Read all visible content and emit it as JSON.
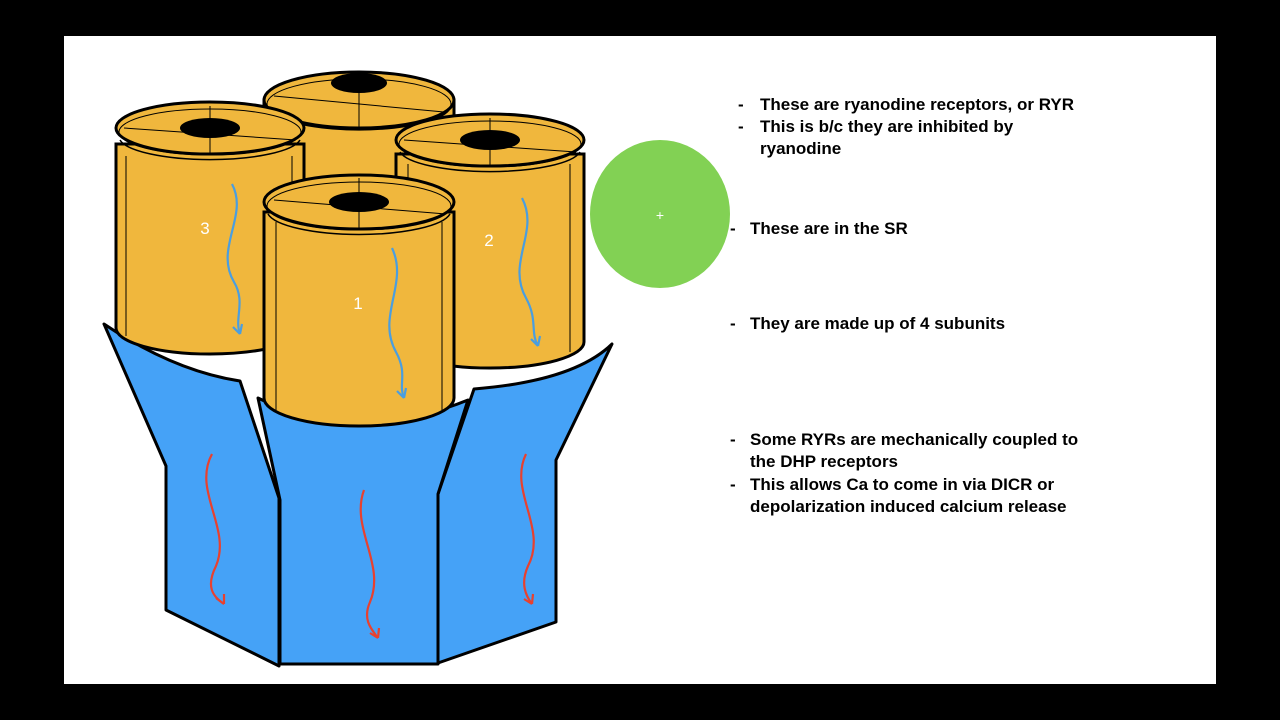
{
  "diagram": {
    "subunit_labels": [
      "3",
      "2",
      "1"
    ],
    "charge_symbol": "+",
    "colors": {
      "channel_fill": "#F0B73D",
      "dhp_fill": "#45A2F7",
      "ion_circle": "#82D154",
      "ryr_arrow": "#4A9EE0",
      "dhp_arrow": "#E8412F"
    },
    "icons": [
      "ryr-subunit-cylinder",
      "dhp-receptor-panel",
      "calcium-flow-arrow",
      "calcium-ion-circle"
    ]
  },
  "notes": {
    "bullets": [
      {
        "dash": "-",
        "lines": [
          "These are ryanodine receptors, or RYR"
        ]
      },
      {
        "dash": "-",
        "lines": [
          "This is b/c they are inhibited by",
          "ryanodine"
        ]
      },
      {
        "dash": "-",
        "lines": [
          "These are in the SR"
        ]
      },
      {
        "dash": "-",
        "lines": [
          "They are made up of 4 subunits"
        ]
      },
      {
        "dash": "-",
        "lines": [
          "Some RYRs are mechanically coupled to",
          "the DHP receptors"
        ]
      },
      {
        "dash": "-",
        "lines": [
          "This allows Ca to come in via DICR or",
          "depolarization induced calcium release"
        ]
      }
    ]
  }
}
